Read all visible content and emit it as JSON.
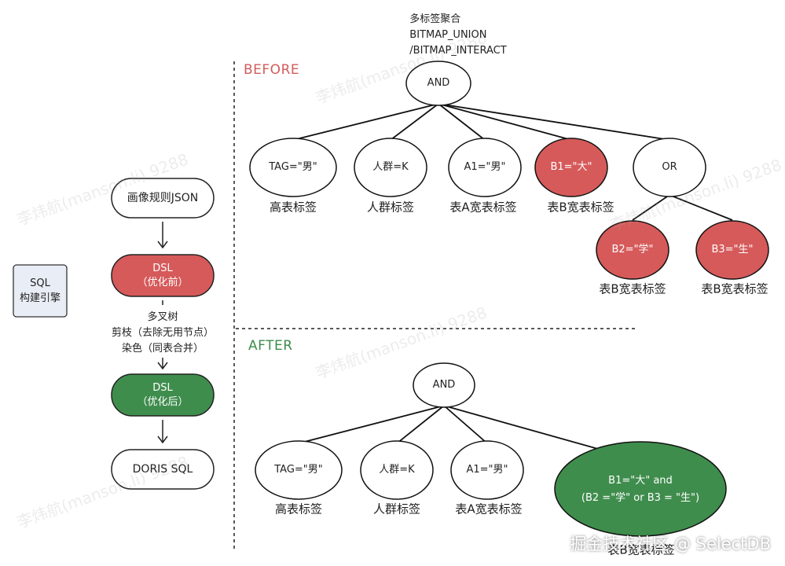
{
  "colors": {
    "before": "#d45b5b",
    "after": "#3d8b4b",
    "node_red": "#d65a5a",
    "node_green": "#3f8d4d",
    "engine_box": "#e9edf5"
  },
  "engine": {
    "line1": "SQL",
    "line2": "构建引擎"
  },
  "flow": {
    "json_node": "画像规则JSON",
    "dsl_before": {
      "line1": "DSL",
      "line2": "（优化前）"
    },
    "note": {
      "line1": "多叉树",
      "line2": "剪枝（去除无用节点）",
      "line3": "染色（同表合并）"
    },
    "dsl_after": {
      "line1": "DSL",
      "line2": "（优化后）"
    },
    "doris_node": "DORIS SQL"
  },
  "top_annotation": {
    "line1": "多标签聚合",
    "line2": "BITMAP_UNION",
    "line3": "/BITMAP_INTERACT"
  },
  "before": {
    "title": "BEFORE",
    "root": "AND",
    "children": [
      {
        "text": "TAG=\"男\"",
        "caption": "高表标签"
      },
      {
        "text": "人群=K",
        "caption": "人群标签"
      },
      {
        "text": "A1=\"男\"",
        "caption": "表A宽表标签"
      },
      {
        "text": "B1=\"大\"",
        "caption": "表B宽表标签"
      },
      {
        "text": "OR",
        "caption": ""
      }
    ],
    "or_children": [
      {
        "text": "B2=\"学\"",
        "caption": "表B宽表标签"
      },
      {
        "text": "B3=\"生\"",
        "caption": "表B宽表标签"
      }
    ]
  },
  "after": {
    "title": "AFTER",
    "root": "AND",
    "children": [
      {
        "text": "TAG=\"男\"",
        "caption": "高表标签"
      },
      {
        "text": "人群=K",
        "caption": "人群标签"
      },
      {
        "text": "A1=\"男\"",
        "caption": "表A宽表标签"
      }
    ],
    "merged": {
      "line1": "B1=\"大\" and",
      "line2": "(B2 =\"学\" or B3 = \"生\")",
      "caption": "表B宽表标签"
    }
  },
  "watermark": "李炜航(manson.li) 9288",
  "footer": "掘金技术社区 @ SelectDB"
}
